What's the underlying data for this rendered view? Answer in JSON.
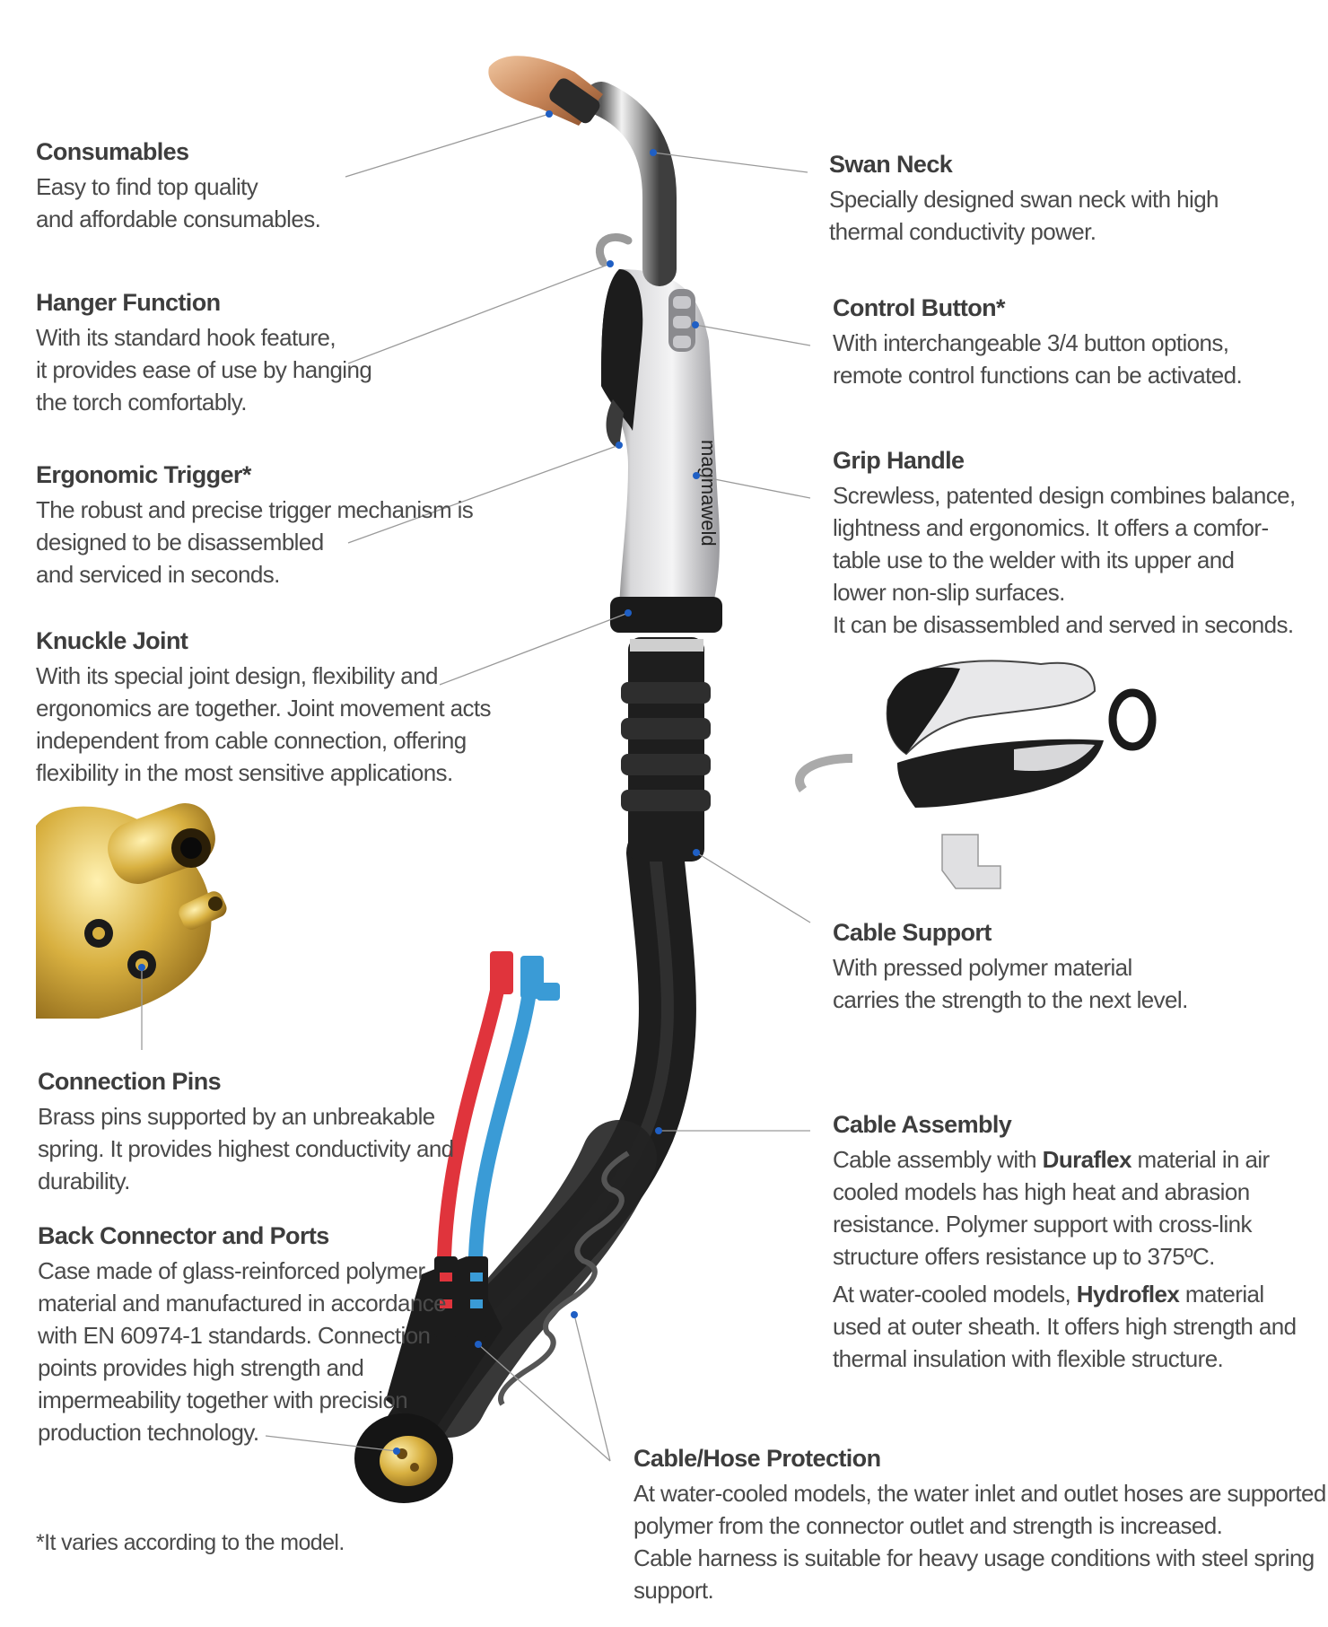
{
  "annotations": {
    "consumables": {
      "title": "Consumables",
      "lines": [
        "Easy to find top quality",
        "and affordable consumables."
      ]
    },
    "swan_neck": {
      "title": "Swan Neck",
      "lines": [
        "Specially designed swan neck with high",
        "thermal conductivity power."
      ]
    },
    "hanger_function": {
      "title": "Hanger Function",
      "lines": [
        "With its standard hook feature,",
        "it provides ease of use by hanging",
        "the torch comfortably."
      ]
    },
    "control_button": {
      "title": "Control Button*",
      "lines": [
        "With interchangeable 3/4 button options,",
        "remote control functions can be activated."
      ]
    },
    "ergonomic_trigger": {
      "title": "Ergonomic Trigger*",
      "lines": [
        "The robust and precise trigger mechanism is",
        "designed to be disassembled",
        "and serviced in seconds."
      ]
    },
    "grip_handle": {
      "title": "Grip Handle",
      "lines": [
        "Screwless, patented design combines balance,",
        "lightness and ergonomics. It offers a comfor-",
        "table use to the welder with its upper and",
        "lower non-slip surfaces.",
        "It can be disassembled and served in seconds."
      ]
    },
    "knuckle_joint": {
      "title": "Knuckle Joint",
      "lines": [
        "With its special joint design, flexibility and",
        "ergonomics are together. Joint movement acts",
        "independent from cable connection, offering",
        "flexibility in the most sensitive applications."
      ]
    },
    "cable_support": {
      "title": "Cable Support",
      "lines": [
        "With pressed polymer material",
        "carries the strength to the next level."
      ]
    },
    "connection_pins": {
      "title": "Connection Pins",
      "lines": [
        "Brass pins supported by an unbreakable",
        "spring. It provides highest conductivity and",
        "durability."
      ]
    },
    "cable_assembly": {
      "title": "Cable Assembly",
      "line1_pre": "Cable assembly with ",
      "line1_bold": "Duraflex",
      "line1_post": " material in air",
      "lines_mid": [
        "cooled models has high heat and abrasion",
        "resistance. Polymer support with cross-link",
        "structure offers resistance up to 375ºC."
      ],
      "line5_pre": "At water-cooled models, ",
      "line5_bold": "Hydroflex",
      "line5_post": " material",
      "lines_end": [
        "used at outer sheath. It offers high strength and",
        "thermal insulation with flexible structure."
      ]
    },
    "back_connector": {
      "title": "Back Connector and Ports",
      "lines": [
        "Case made of glass-reinforced polymer",
        "material and manufactured in accordance",
        "with EN 60974-1 standards. Connection",
        "points  provides  high strength and",
        "impermeability together with precision",
        "production technology."
      ]
    },
    "cable_hose_protection": {
      "title": "Cable/Hose Protection",
      "lines": [
        "At water-cooled models, the water inlet and outlet hoses are supported by",
        "polymer from the connector outlet and strength is increased.",
        "Cable harness is suitable for heavy usage conditions  with steel spring",
        "support."
      ]
    }
  },
  "footnote": "*It varies according to the model.",
  "brand_mark": "magmaweld",
  "colors": {
    "leader_dot": "#1f5fc4",
    "leader_line": "#9a9a9a",
    "copper": "#c9875a",
    "handle_grey": "#e4e4e6",
    "cable_black": "#1e1e1e",
    "hose_red": "#e0343c",
    "hose_blue": "#3a9bd6",
    "brass": "#d8b040"
  }
}
